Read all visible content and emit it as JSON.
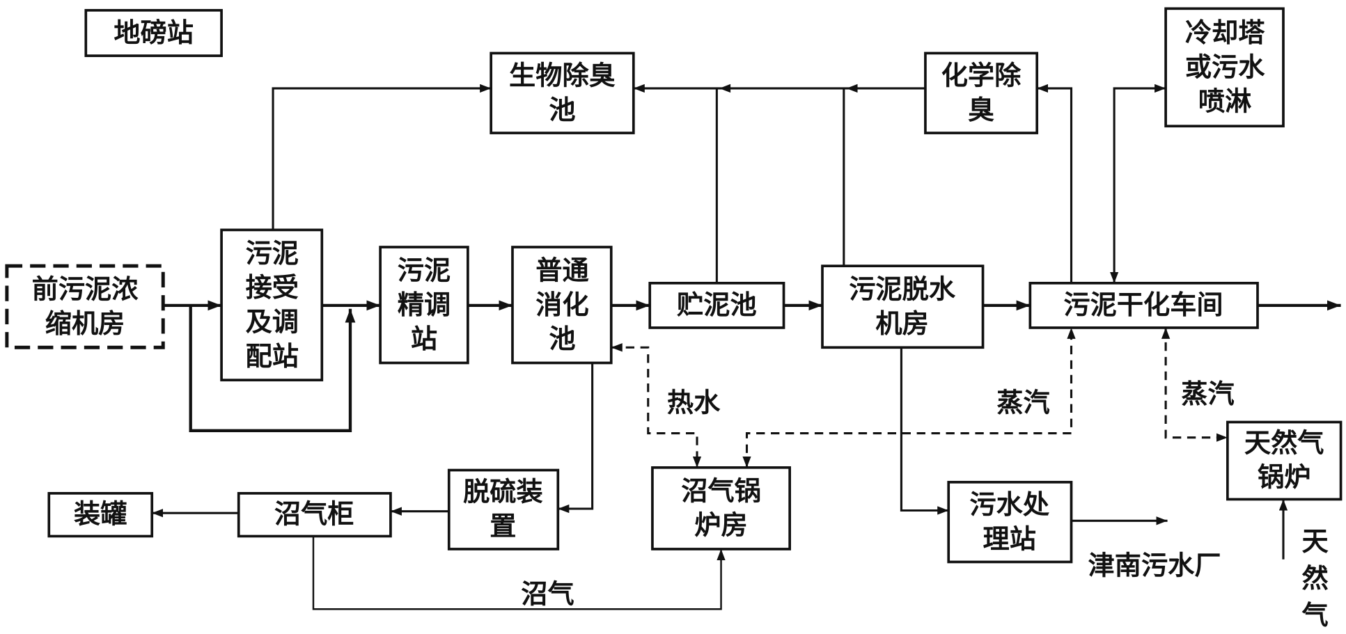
{
  "style": {
    "ink": "#111111",
    "paper": "#ffffff"
  },
  "diagram": {
    "nodes": {
      "weighbridge": {
        "lines": [
          "地磅站"
        ]
      },
      "bio_deodorization_pond": {
        "lines": [
          "生物除臭",
          "池"
        ]
      },
      "chemical_deodorization": {
        "lines": [
          "化学除",
          "臭"
        ]
      },
      "cooling_tower": {
        "lines": [
          "冷却塔",
          "或污水",
          "喷淋"
        ]
      },
      "pre_thickening_room": {
        "lines": [
          "前污泥浓",
          "缩机房"
        ]
      },
      "receiving_station": {
        "lines": [
          "污泥",
          "接受",
          "及调",
          "配站"
        ]
      },
      "fine_conditioning_station": {
        "lines": [
          "污泥",
          "精调",
          "站"
        ]
      },
      "digester": {
        "lines": [
          "普通",
          "消化",
          "池"
        ]
      },
      "sludge_storage_tank": {
        "lines": [
          "贮泥池"
        ]
      },
      "dewatering_room": {
        "lines": [
          "污泥脱水",
          "机房"
        ]
      },
      "drying_workshop": {
        "lines": [
          "污泥干化车间"
        ]
      },
      "natural_gas_boiler": {
        "lines": [
          "天然气",
          "锅炉"
        ]
      },
      "canning": {
        "lines": [
          "装罐"
        ]
      },
      "gas_holder": {
        "lines": [
          "沼气柜"
        ]
      },
      "desulfurization_unit": {
        "lines": [
          "脱硫装",
          "置"
        ]
      },
      "biogas_boiler_room": {
        "lines": [
          "沼气锅",
          "炉房"
        ]
      },
      "wastewater_station": {
        "lines": [
          "污水处",
          "理站"
        ]
      }
    },
    "labels": {
      "hot_water": "热水",
      "steam_to_drying": "蒸汽",
      "steam_from_gas_boiler": "蒸汽",
      "biogas": "沼气",
      "jinnan_wwtp": "津南污水厂",
      "natural_gas_input": "天然气"
    }
  }
}
